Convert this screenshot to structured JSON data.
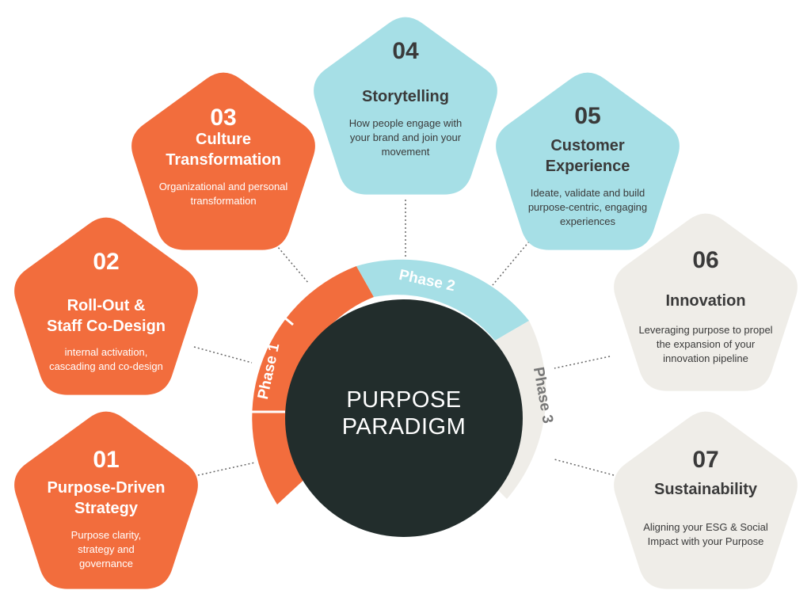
{
  "diagram": {
    "center": {
      "line1": "PURPOSE",
      "line2": "PARADIGM"
    },
    "phases": [
      {
        "label": "Phase 1",
        "color": "#f26d3d"
      },
      {
        "label": "Phase 2",
        "color": "#a6dfe6"
      },
      {
        "label": "Phase 3",
        "color": "#efede8"
      }
    ],
    "items": [
      {
        "num": "01",
        "title1": "Purpose-Driven",
        "title2": "Strategy",
        "desc1": "Purpose clarity,",
        "desc2": "strategy and",
        "desc3": "governance",
        "color": "#f26d3d"
      },
      {
        "num": "02",
        "title1": "Roll-Out &",
        "title2": "Staff Co-Design",
        "desc1": "internal activation,",
        "desc2": "cascading and co-design",
        "color": "#f26d3d"
      },
      {
        "num": "03",
        "title1": "Culture",
        "title2": "Transformation",
        "desc1": "Organizational and personal",
        "desc2": "transformation",
        "color": "#f26d3d"
      },
      {
        "num": "04",
        "title1": "Storytelling",
        "desc1": "How people engage with",
        "desc2": "your brand and join your",
        "desc3": "movement",
        "color": "#a6dfe6"
      },
      {
        "num": "05",
        "title1": "Customer",
        "title2": "Experience",
        "desc1": "Ideate, validate and build",
        "desc2": "purpose-centric, engaging",
        "desc3": "experiences",
        "color": "#a6dfe6"
      },
      {
        "num": "06",
        "title1": "Innovation",
        "desc1": "Leveraging purpose to propel",
        "desc2": "the expansion of your",
        "desc3": "innovation pipeline",
        "color": "#efede8"
      },
      {
        "num": "07",
        "title1": "Sustainability",
        "desc1": "Aligning your ESG & Social",
        "desc2": "Impact with your Purpose",
        "color": "#efede8"
      }
    ],
    "colors": {
      "dark": "#222d2c",
      "text_dark": "#3a3a3a",
      "text_light": "#ffffff",
      "connector": "#666666"
    }
  }
}
